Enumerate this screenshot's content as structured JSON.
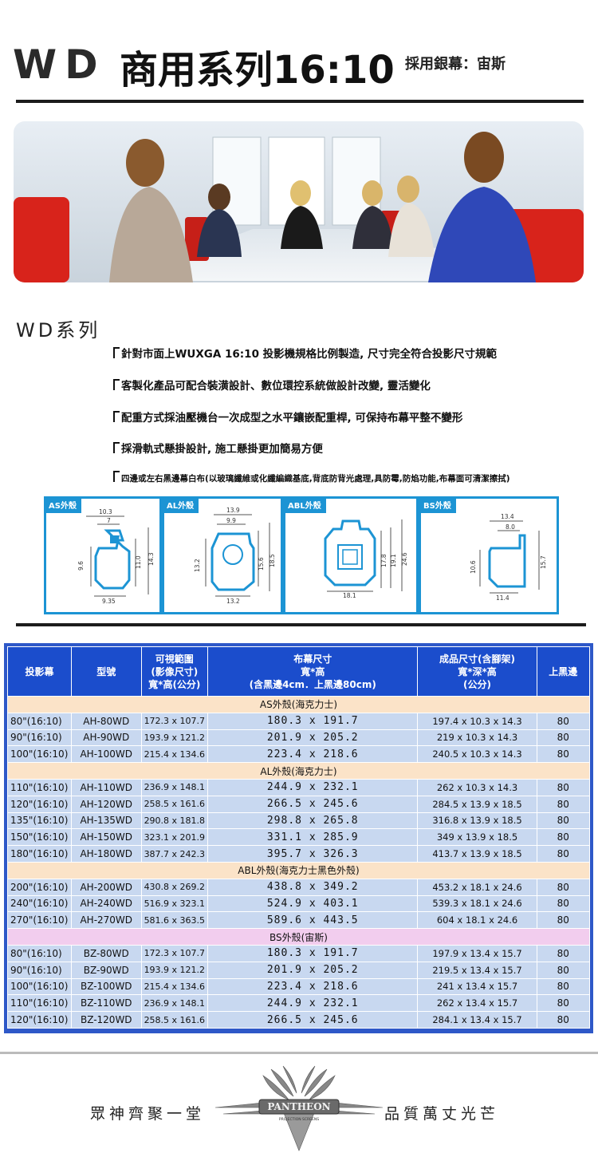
{
  "header": {
    "brand": "WD",
    "title": "商用系列16:10",
    "subtitle": "採用銀幕：宙斯"
  },
  "series": {
    "title": "WD系列",
    "features": [
      "針對市面上WUXGA 16:10 投影機規格比例製造, 尺寸完全符合投影尺寸規範",
      "客製化產品可配合裝潢設計、數位環控系統做設計改變, 靈活變化",
      "配重方式採油壓機台一次成型之水平鑲嵌配重桿, 可保持布幕平整不變形",
      "採滑軌式懸掛設計, 施工懸掛更加簡易方便",
      "四邊或左右黑邊幕白布(以玻璃纖維或化纖編織基底,背底防背光處理,具防霉,防焰功能,布幕面可清潔擦拭)"
    ]
  },
  "diagrams": {
    "as": {
      "label": "AS外殼",
      "dims": [
        "10.3",
        "7",
        "9.6",
        "11.0",
        "14.3",
        "9.35"
      ]
    },
    "al": {
      "label": "AL外殼",
      "dims": [
        "13.9",
        "9.9",
        "13.2",
        "15.6",
        "18.5",
        "13.2"
      ]
    },
    "abl": {
      "label": "ABL外殼",
      "dims": [
        "17.8",
        "19.1",
        "24.6",
        "18.1"
      ]
    },
    "bs": {
      "label": "BS外殼",
      "dims": [
        "13.4",
        "8.0",
        "10.6",
        "15.7",
        "11.4"
      ]
    }
  },
  "table": {
    "headers": {
      "projector": "投影幕",
      "model": "型號",
      "viewable_l1": "可視範圍",
      "viewable_l2": "(影像尺寸)",
      "viewable_l3": "寬*高(公分)",
      "screen_l1": "布幕尺寸",
      "screen_l2": "寬*高",
      "screen_l3": "(含黑邊4cm．上黑邊80cm)",
      "finished_l1": "成品尺寸(含腳架)",
      "finished_l2": "寬*深*高",
      "finished_l3": "(公分)",
      "top_black": "上黑邊"
    },
    "groups": [
      {
        "name": "AS外殼(海克力士)",
        "rows": [
          [
            "80\"(16:10)",
            "AH-80WD",
            "172.3 x 107.7",
            "180.3 x 191.7",
            "197.4 x 10.3 x 14.3",
            "80"
          ],
          [
            "90\"(16:10)",
            "AH-90WD",
            "193.9 x 121.2",
            "201.9 x 205.2",
            "219 x 10.3 x 14.3",
            "80"
          ],
          [
            "100\"(16:10)",
            "AH-100WD",
            "215.4 x 134.6",
            "223.4 x 218.6",
            "240.5 x 10.3 x 14.3",
            "80"
          ]
        ]
      },
      {
        "name": "AL外殼(海克力士)",
        "rows": [
          [
            "110\"(16:10)",
            "AH-110WD",
            "236.9 x 148.1",
            "244.9 x 232.1",
            "262 x 10.3 x 14.3",
            "80"
          ],
          [
            "120\"(16:10)",
            "AH-120WD",
            "258.5 x 161.6",
            "266.5 x 245.6",
            "284.5 x 13.9 x 18.5",
            "80"
          ],
          [
            "135\"(16:10)",
            "AH-135WD",
            "290.8 x 181.8",
            "298.8 x 265.8",
            "316.8 x 13.9 x 18.5",
            "80"
          ],
          [
            "150\"(16:10)",
            "AH-150WD",
            "323.1 x 201.9",
            "331.1 x 285.9",
            "349 x 13.9 x 18.5",
            "80"
          ],
          [
            "180\"(16:10)",
            "AH-180WD",
            "387.7 x 242.3",
            "395.7 x 326.3",
            "413.7 x 13.9 x 18.5",
            "80"
          ]
        ]
      },
      {
        "name": "ABL外殼(海克力士黑色外殼)",
        "rows": [
          [
            "200\"(16:10)",
            "AH-200WD",
            "430.8 x 269.2",
            "438.8 x 349.2",
            "453.2 x 18.1 x 24.6",
            "80"
          ],
          [
            "240\"(16:10)",
            "AH-240WD",
            "516.9 x 323.1",
            "524.9 x 403.1",
            "539.3 x 18.1 x 24.6",
            "80"
          ],
          [
            "270\"(16:10)",
            "AH-270WD",
            "581.6 x 363.5",
            "589.6 x 443.5",
            "604 x 18.1 x 24.6",
            "80"
          ]
        ]
      },
      {
        "name": "BS外殼(宙斯)",
        "rows": [
          [
            "80\"(16:10)",
            "BZ-80WD",
            "172.3 x 107.7",
            "180.3 x 191.7",
            "197.9 x 13.4 x 15.7",
            "80"
          ],
          [
            "90\"(16:10)",
            "BZ-90WD",
            "193.9 x 121.2",
            "201.9 x 205.2",
            "219.5 x 13.4 x 15.7",
            "80"
          ],
          [
            "100\"(16:10)",
            "BZ-100WD",
            "215.4 x 134.6",
            "223.4 x 218.6",
            "241 x 13.4 x 15.7",
            "80"
          ],
          [
            "110\"(16:10)",
            "BZ-110WD",
            "236.9 x 148.1",
            "244.9 x 232.1",
            "262 x 13.4 x 15.7",
            "80"
          ],
          [
            "120\"(16:10)",
            "BZ-120WD",
            "258.5 x 161.6",
            "266.5 x 245.6",
            "284.1 x 13.4 x 15.7",
            "80"
          ]
        ]
      }
    ]
  },
  "footer": {
    "left": "眾神齊聚一堂",
    "right": "品質萬丈光芒",
    "logo_text": "PANTHEON",
    "logo_subtext": "PROJECTION SCREENS"
  },
  "colors": {
    "table_header": "#1b4dcc",
    "table_cell": "#c8d8f0",
    "group_orange": "#fbe3c8",
    "group_pink": "#f2cdee",
    "diagram_blue": "#1c94d4"
  }
}
